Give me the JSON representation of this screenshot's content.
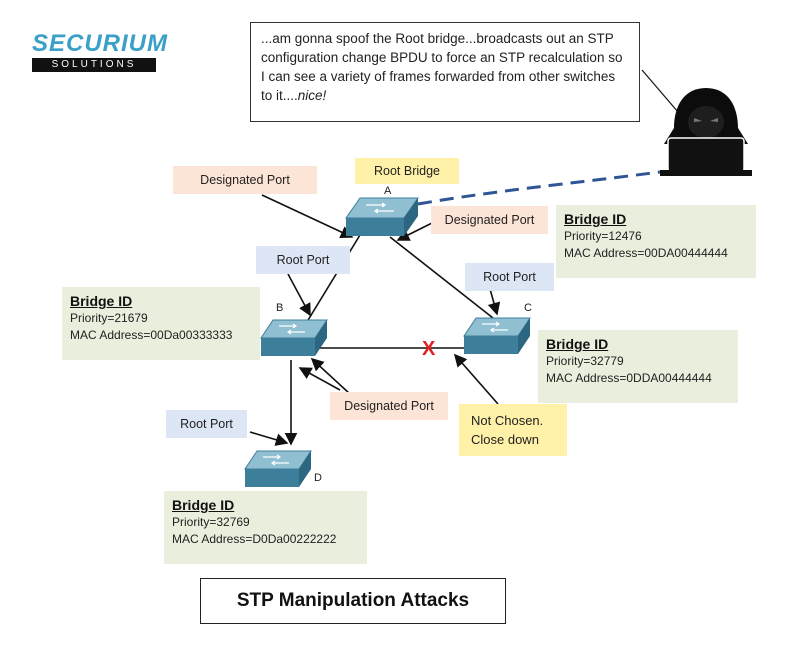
{
  "logo": {
    "top": "SECURIUM",
    "bottom": "SOLUTIONS"
  },
  "note": {
    "text": "...am gonna spoof the Root bridge...broadcasts out an STP configuration change BPDU to force an STP recalculation so I can see a variety of frames forwarded from other switches to it....",
    "emphasis": "nice!"
  },
  "labels": {
    "root_bridge": "Root Bridge",
    "designated_port_top": "Designated Port",
    "designated_port_a": "Designated Port",
    "designated_port_bottom": "Designated Port",
    "root_port_b": "Root Port",
    "root_port_c": "Root Port",
    "root_port_d": "Root Port",
    "not_chosen": "Not Chosen.\nClose down"
  },
  "switches": {
    "a": "A",
    "b": "B",
    "c": "C",
    "d": "D"
  },
  "bridges": {
    "a": {
      "title": "Bridge ID",
      "priority": "Priority=12476",
      "mac": "MAC Address=00DA00444444"
    },
    "b": {
      "title": "Bridge ID",
      "priority": "Priority=21679",
      "mac": "MAC Address=00Da00333333"
    },
    "c": {
      "title": "Bridge ID",
      "priority": "Priority=32779",
      "mac": "MAC Address=0DDA00444444"
    },
    "d": {
      "title": "Bridge ID",
      "priority": "Priority=32769",
      "mac": "MAC Address=D0Da00222222"
    }
  },
  "blocked_marker": "X",
  "title": "STP Manipulation Attacks",
  "colors": {
    "switch_top": "#7fb3c7",
    "switch_side": "#3d7f9b",
    "blocked": "#e02020",
    "dash_link": "#2f5597"
  }
}
